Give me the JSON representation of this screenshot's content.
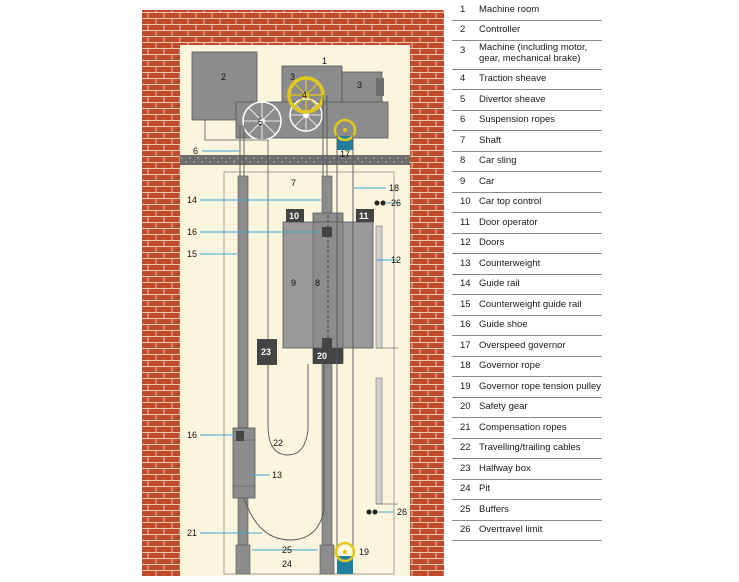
{
  "colors": {
    "brick": "#c14a2a",
    "mortar": "#e8c8b0",
    "shaft_bg": "#fbf5dd",
    "machine_gray": "#8c8c8c",
    "dark": "#444444",
    "pointer": "#3ca7d6",
    "sheave_yellow": "#e2c81c",
    "governor_blue": "#1e7fa0"
  },
  "diagram_labels": {
    "l1": "1",
    "l2": "2",
    "l3a": "3",
    "l3b": "3",
    "l4": "4",
    "l5": "5",
    "l6": "6",
    "l7": "7",
    "l8": "8",
    "l9": "9",
    "l10": "10",
    "l11": "11",
    "l12": "12",
    "l13": "13",
    "l14": "14",
    "l15": "15",
    "l16a": "16",
    "l16b": "16",
    "l17": "17",
    "l18": "18",
    "l19": "19",
    "l20": "20",
    "l21": "21",
    "l22": "22",
    "l23": "23",
    "l24": "24",
    "l25": "25",
    "l26a": "26",
    "l26b": "26"
  },
  "legend": [
    {
      "num": "1",
      "text": "Machine room"
    },
    {
      "num": "2",
      "text": "Controller"
    },
    {
      "num": "3",
      "text": "Machine (including motor, gear, mechanical brake)"
    },
    {
      "num": "4",
      "text": "Traction sheave"
    },
    {
      "num": "5",
      "text": "Divertor sheave"
    },
    {
      "num": "6",
      "text": "Suspension ropes"
    },
    {
      "num": "7",
      "text": "Shaft"
    },
    {
      "num": "8",
      "text": "Car sling"
    },
    {
      "num": "9",
      "text": "Car"
    },
    {
      "num": "10",
      "text": "Car top control"
    },
    {
      "num": "11",
      "text": "Door operator"
    },
    {
      "num": "12",
      "text": "Doors"
    },
    {
      "num": "13",
      "text": "Counterweight"
    },
    {
      "num": "14",
      "text": "Guide rail"
    },
    {
      "num": "15",
      "text": "Counterweight guide rail"
    },
    {
      "num": "16",
      "text": "Guide shoe"
    },
    {
      "num": "17",
      "text": "Overspeed governor"
    },
    {
      "num": "18",
      "text": "Governor rope"
    },
    {
      "num": "19",
      "text": "Governor rope tension pulley"
    },
    {
      "num": "20",
      "text": "Safety gear"
    },
    {
      "num": "21",
      "text": "Compensation ropes"
    },
    {
      "num": "22",
      "text": "Travelling/trailing cables"
    },
    {
      "num": "23",
      "text": "Halfway box"
    },
    {
      "num": "24",
      "text": "Pit"
    },
    {
      "num": "25",
      "text": "Buffers"
    },
    {
      "num": "26",
      "text": "Overtravel limit"
    }
  ]
}
